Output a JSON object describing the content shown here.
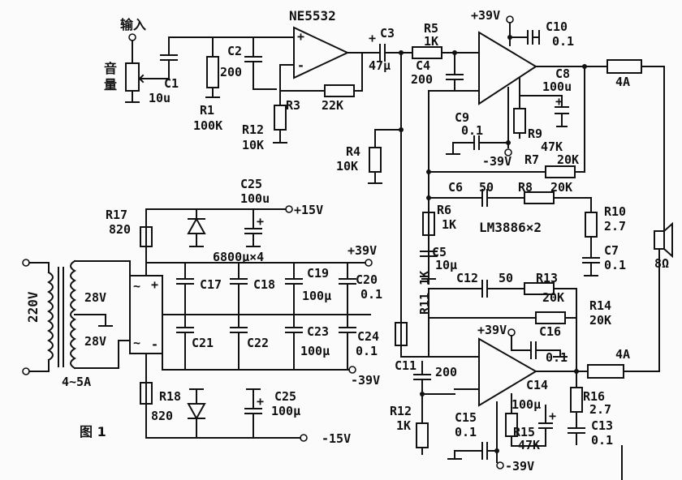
{
  "figure_label": "图 1",
  "input": {
    "label": "输入",
    "volume_label": "音量"
  },
  "chips": {
    "preamp": "NE5532",
    "power_amp": "LM3886×2"
  },
  "power_rails": {
    "p39_top": "+39V",
    "p39_mid": "+39V",
    "p39_low": "+39V",
    "m39_top": "-39V",
    "m39_mid": "-39V",
    "m39_low": "-39V",
    "p15": "+15V",
    "m15": "-15V"
  },
  "transformer": {
    "primary": "220V",
    "sec1": "28V",
    "sec2": "28V",
    "rating": "4~5A"
  },
  "speaker": {
    "impedance": "8Ω"
  },
  "fuses": {
    "f1": "4A",
    "f2": "4A"
  },
  "parts": {
    "C1": {
      "name": "C1",
      "value": "10u"
    },
    "C2": {
      "name": "C2",
      "value": "200"
    },
    "R1": {
      "name": "R1",
      "value": "100K"
    },
    "R3": {
      "name": "R3",
      "value": "22K"
    },
    "R12a": {
      "name": "R12",
      "value": "10K"
    },
    "C3": {
      "name": "C3",
      "value": "47μ"
    },
    "R5": {
      "name": "R5",
      "value": "1K"
    },
    "C4": {
      "name": "C4",
      "value": "200"
    },
    "C10": {
      "name": "C10",
      "value": "0.1"
    },
    "C8": {
      "name": "C8",
      "value": "100u"
    },
    "C9": {
      "name": "C9",
      "value": "0.1"
    },
    "R9": {
      "name": "R9",
      "value": "47K"
    },
    "R7": {
      "name": "R7",
      "value": "20K"
    },
    "R4": {
      "name": "R4",
      "value": "10K"
    },
    "C6": {
      "name": "C6",
      "value": "50"
    },
    "R8": {
      "name": "R8",
      "value": "20K"
    },
    "R6": {
      "name": "R6",
      "value": "1K"
    },
    "C5": {
      "name": "C5",
      "value": "10μ"
    },
    "R10": {
      "name": "R10",
      "value": "2.7"
    },
    "C7": {
      "name": "C7",
      "value": "0.1"
    },
    "C25a": {
      "name": "C25",
      "value": "100u"
    },
    "R17": {
      "name": "R17",
      "value": "820"
    },
    "bank": {
      "value": "6800μ×4"
    },
    "C17": {
      "name": "C17"
    },
    "C18": {
      "name": "C18"
    },
    "C19": {
      "name": "C19",
      "value": "100μ"
    },
    "C20": {
      "name": "C20",
      "value": "0.1"
    },
    "C21": {
      "name": "C21"
    },
    "C22": {
      "name": "C22"
    },
    "C23": {
      "name": "C23",
      "value": "100μ"
    },
    "C24": {
      "name": "C24",
      "value": "0.1"
    },
    "R18": {
      "name": "R18",
      "value": "820"
    },
    "C25b": {
      "name": "C25",
      "value": "100μ"
    },
    "R11": {
      "name": "R11",
      "value": "1K"
    },
    "C12": {
      "name": "C12",
      "value": "50"
    },
    "R13": {
      "name": "R13",
      "value": "20K"
    },
    "R14": {
      "name": "R14",
      "value": "20K"
    },
    "C16": {
      "name": "C16",
      "value": "0.1"
    },
    "C11": {
      "name": "C11",
      "value": "200"
    },
    "C14": {
      "name": "C14",
      "value": "100μ"
    },
    "R16": {
      "name": "R16",
      "value": "2.7"
    },
    "C13": {
      "name": "C13",
      "value": "0.1"
    },
    "R12b": {
      "name": "R12",
      "value": "1K"
    },
    "C15": {
      "name": "C15",
      "value": "0.1"
    },
    "R15": {
      "name": "R15",
      "value": "47K"
    }
  }
}
